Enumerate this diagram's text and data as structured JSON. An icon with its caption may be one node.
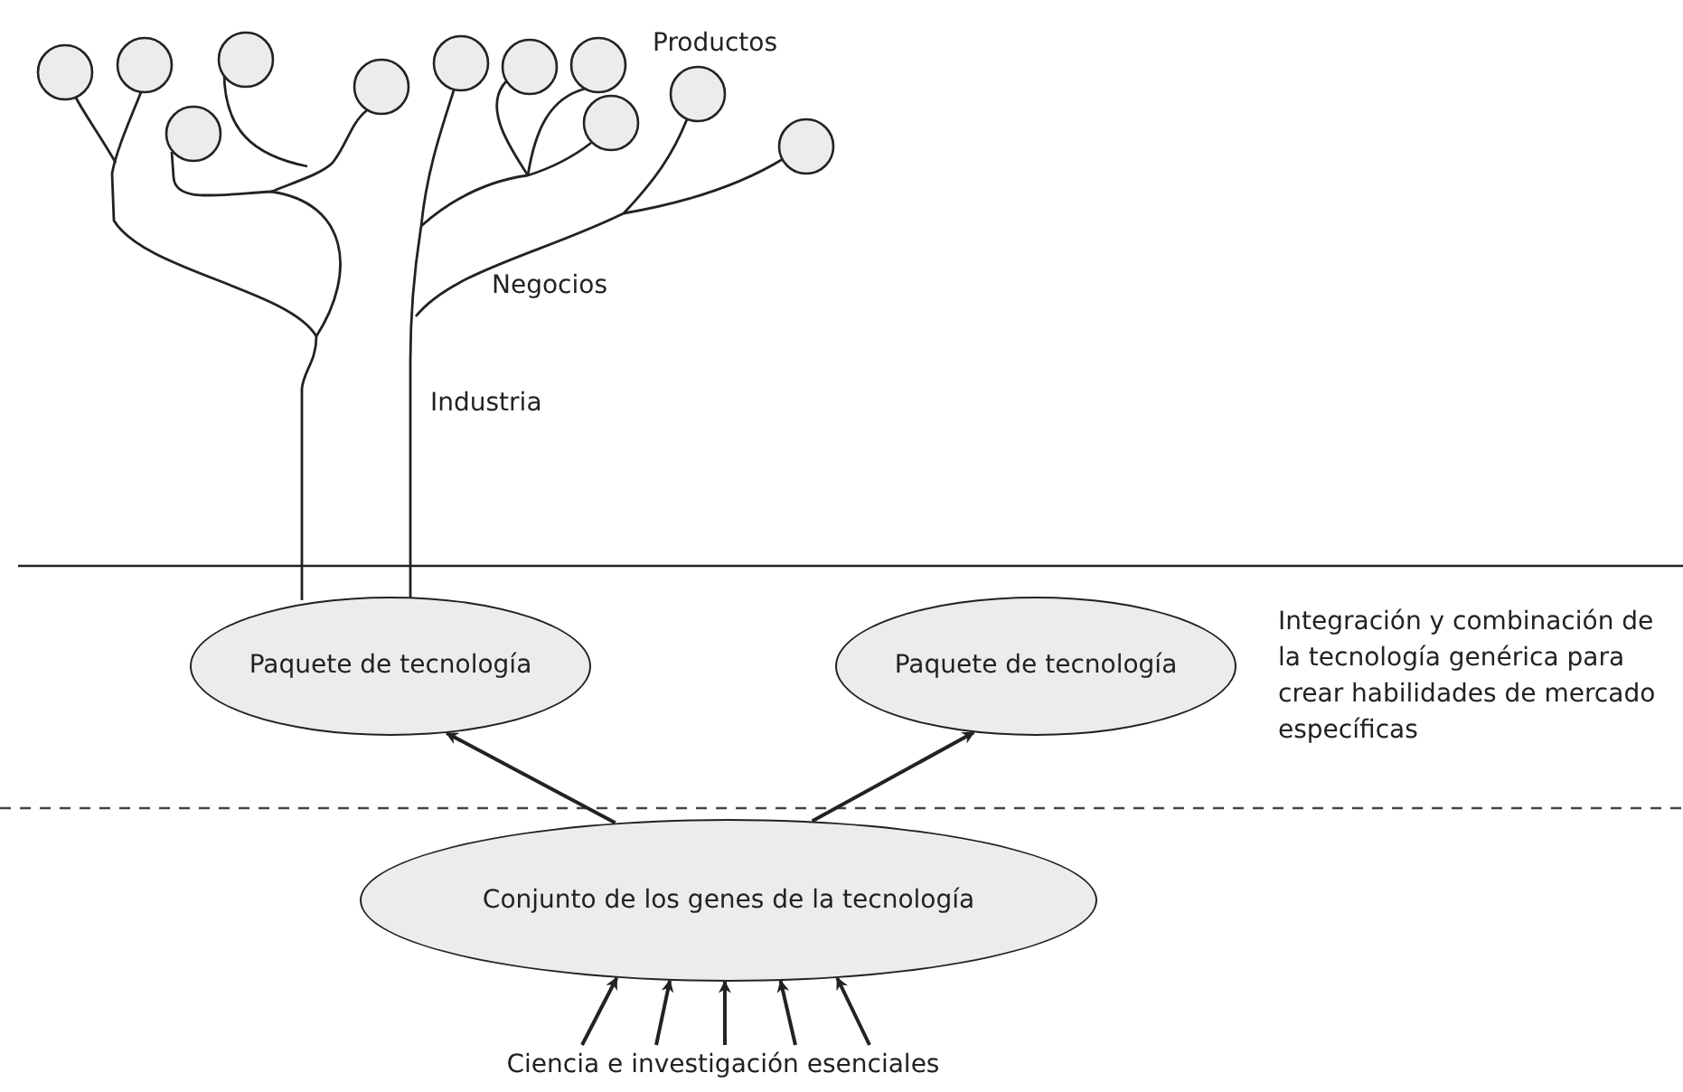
{
  "diagram": {
    "nodes": [
      {
        "text": [
          "Paquete de tecnología"
        ]
      },
      {
        "text": [
          "Paquete de tecnología"
        ]
      },
      {
        "text": [
          "Conjunto de los genes de la tecnología"
        ]
      },
      {
        "text": [
          "Ciencia e investigación esenciales"
        ]
      }
    ],
    "edges": [
      {
        "from": 2,
        "to": 0,
        "arrow": "to"
      },
      {
        "from": 2,
        "to": 1,
        "arrow": "to"
      },
      {
        "from": 3,
        "to": 2,
        "arrow": "to"
      },
      {
        "from": 3,
        "to": 2,
        "arrow": "to"
      },
      {
        "from": 3,
        "to": 2,
        "arrow": "to"
      },
      {
        "from": 3,
        "to": 2,
        "arrow": "to"
      },
      {
        "from": 3,
        "to": 2,
        "arrow": "to"
      }
    ],
    "labels": [
      "Productos",
      "Negocios",
      "Industria",
      "Integración y combinación de la tecnología genérica para crear habilidades de mercado específicas"
    ]
  }
}
